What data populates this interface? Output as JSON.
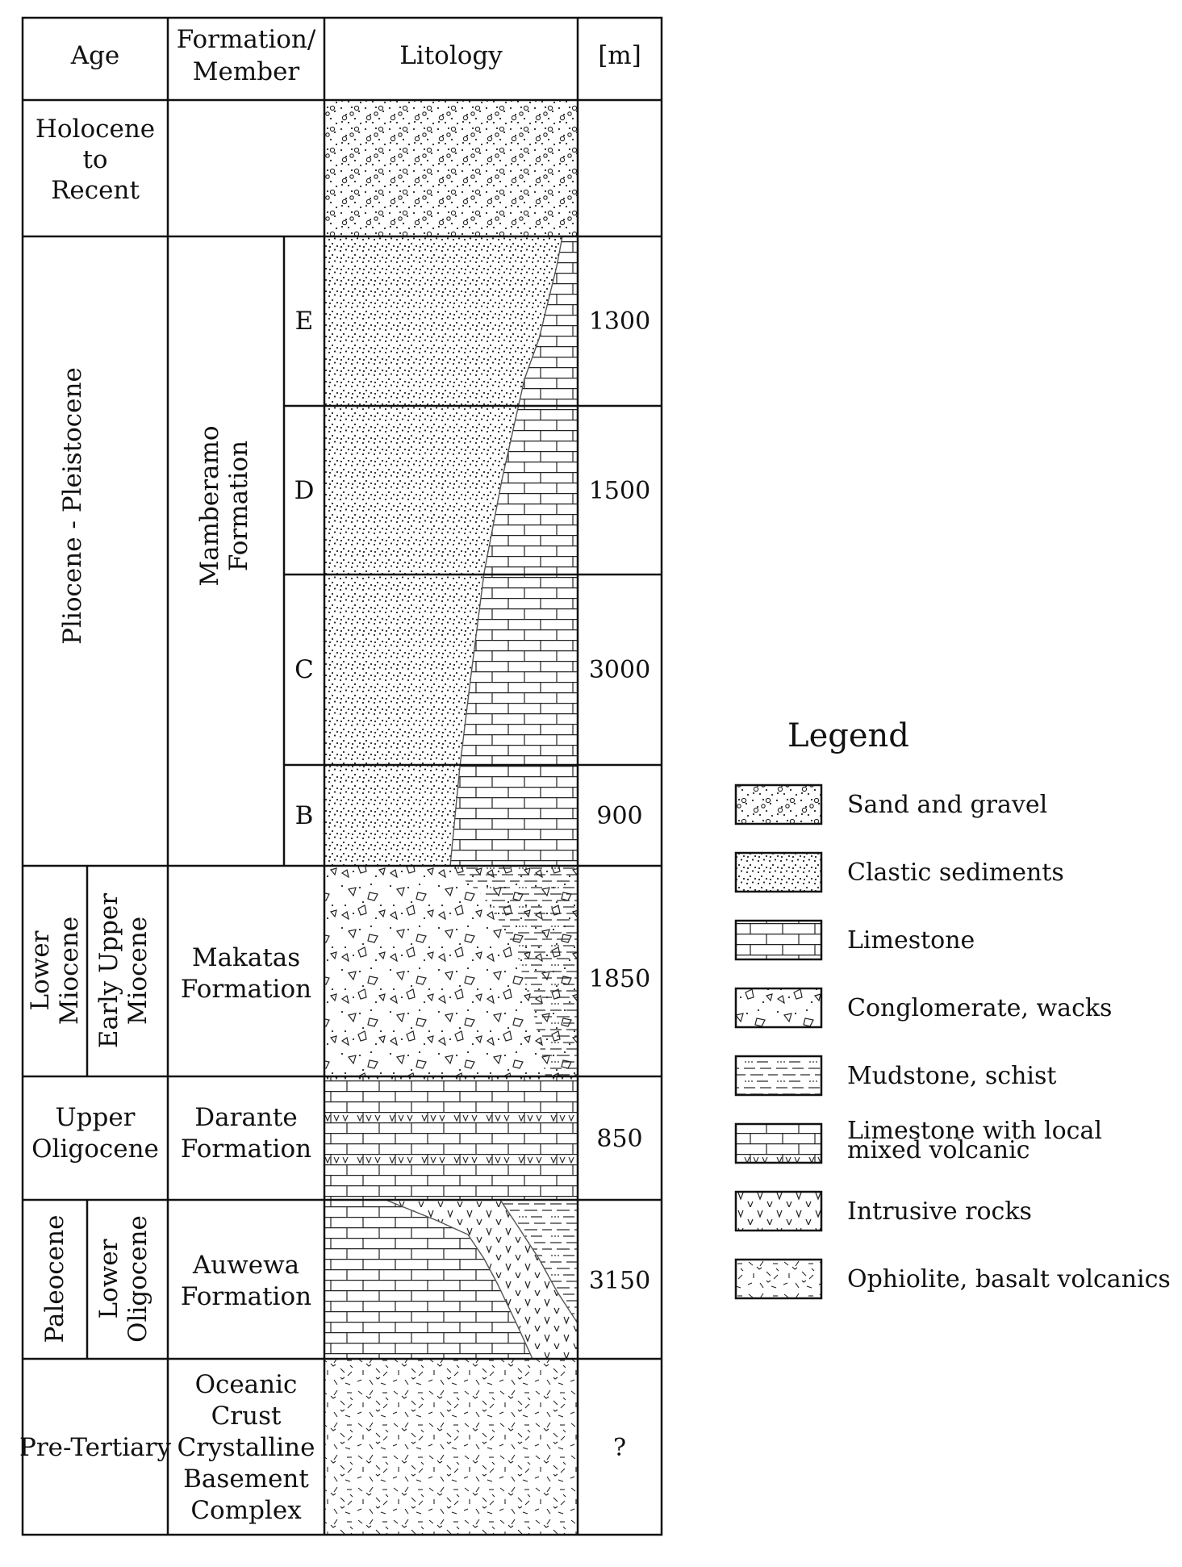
{
  "header": {
    "age": "Age",
    "formation_line1": "Formation/",
    "formation_line2": "Member",
    "lithology": "Litology",
    "thickness": "[m]"
  },
  "ages": {
    "holocene": [
      "Holocene",
      "to",
      "Recent"
    ],
    "plio_pleistocene": "Pliocene - Pleistocene",
    "lower_miocene": [
      "Lower",
      "Miocene"
    ],
    "early_upper_miocene": [
      "Early Upper",
      "Miocene"
    ],
    "upper_oligocene": [
      "Upper",
      "Oligocene"
    ],
    "paleocene": "Paleocene",
    "lower_oligocene": [
      "Lower",
      "Oligocene"
    ],
    "pre_tertiary": "Pre-Tertiary"
  },
  "formations": {
    "mamberamo": [
      "Mamberamo",
      "Formation"
    ],
    "makatas": [
      "Makatas",
      "Formation"
    ],
    "darante": [
      "Darante",
      "Formation"
    ],
    "auwewa": [
      "Auwewa",
      "Formation"
    ],
    "oceanic": [
      "Oceanic",
      "Crust",
      "Crystalline",
      "Basement",
      "Complex"
    ]
  },
  "members": [
    "E",
    "D",
    "C",
    "B"
  ],
  "thickness": {
    "E": "1300",
    "D": "1500",
    "C": "3000",
    "B": "900",
    "makatas": "1850",
    "darante": "850",
    "auwewa": "3150",
    "basement": "?"
  },
  "legend": {
    "title": "Legend",
    "items": [
      {
        "label": [
          "Sand and gravel"
        ],
        "pattern": "sand-gravel"
      },
      {
        "label": [
          "Clastic sediments"
        ],
        "pattern": "clastic"
      },
      {
        "label": [
          "Limestone"
        ],
        "pattern": "limestone"
      },
      {
        "label": [
          "Conglomerate, wacks"
        ],
        "pattern": "conglomerate"
      },
      {
        "label": [
          "Mudstone, schist"
        ],
        "pattern": "mudstone"
      },
      {
        "label": [
          "Limestone with local",
          "mixed volcanic"
        ],
        "pattern": "lime-volcanic"
      },
      {
        "label": [
          "Intrusive rocks"
        ],
        "pattern": "intrusive"
      },
      {
        "label": [
          "Ophiolite, basalt volcanics"
        ],
        "pattern": "ophiolite"
      }
    ]
  },
  "colors": {
    "ink": "#111111",
    "paper": "#ffffff"
  }
}
